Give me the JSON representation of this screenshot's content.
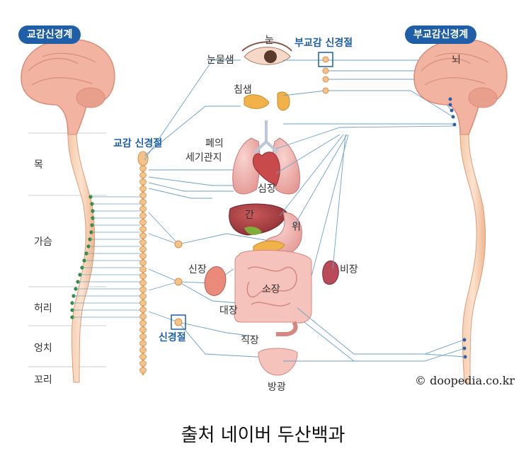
{
  "systems": {
    "sympathetic": "교감신경계",
    "parasympathetic": "부교감신경계"
  },
  "labels": {
    "sympathetic_ganglion": "교감 신경절",
    "parasympathetic_ganglion": "부교감 신경절",
    "ganglion": "신경절",
    "brain": "뇌"
  },
  "organs": {
    "eye": "눈",
    "tear_gland": "눈물샘",
    "salivary_gland": "침샘",
    "lungs_line1": "폐의",
    "lungs_line2": "세기관지",
    "heart": "심장",
    "liver": "간",
    "stomach": "위",
    "spleen": "비장",
    "kidney": "신장",
    "small_intestine": "소장",
    "large_intestine": "대장",
    "rectum": "직장",
    "bladder": "방광"
  },
  "spine_regions": [
    "목",
    "가슴",
    "허리",
    "엉치",
    "꼬리"
  ],
  "copyright": "© doopedia.co.kr",
  "caption": "출처 네이버 두산백과",
  "colors": {
    "pill": "#1f5fa8",
    "nerve_line": "#6aa2c8",
    "ganglion_fill": "#f3c48a",
    "brain": "#f2b3a0",
    "spine_node": "#2e8b3a",
    "para_node": "#2d5fa8"
  }
}
